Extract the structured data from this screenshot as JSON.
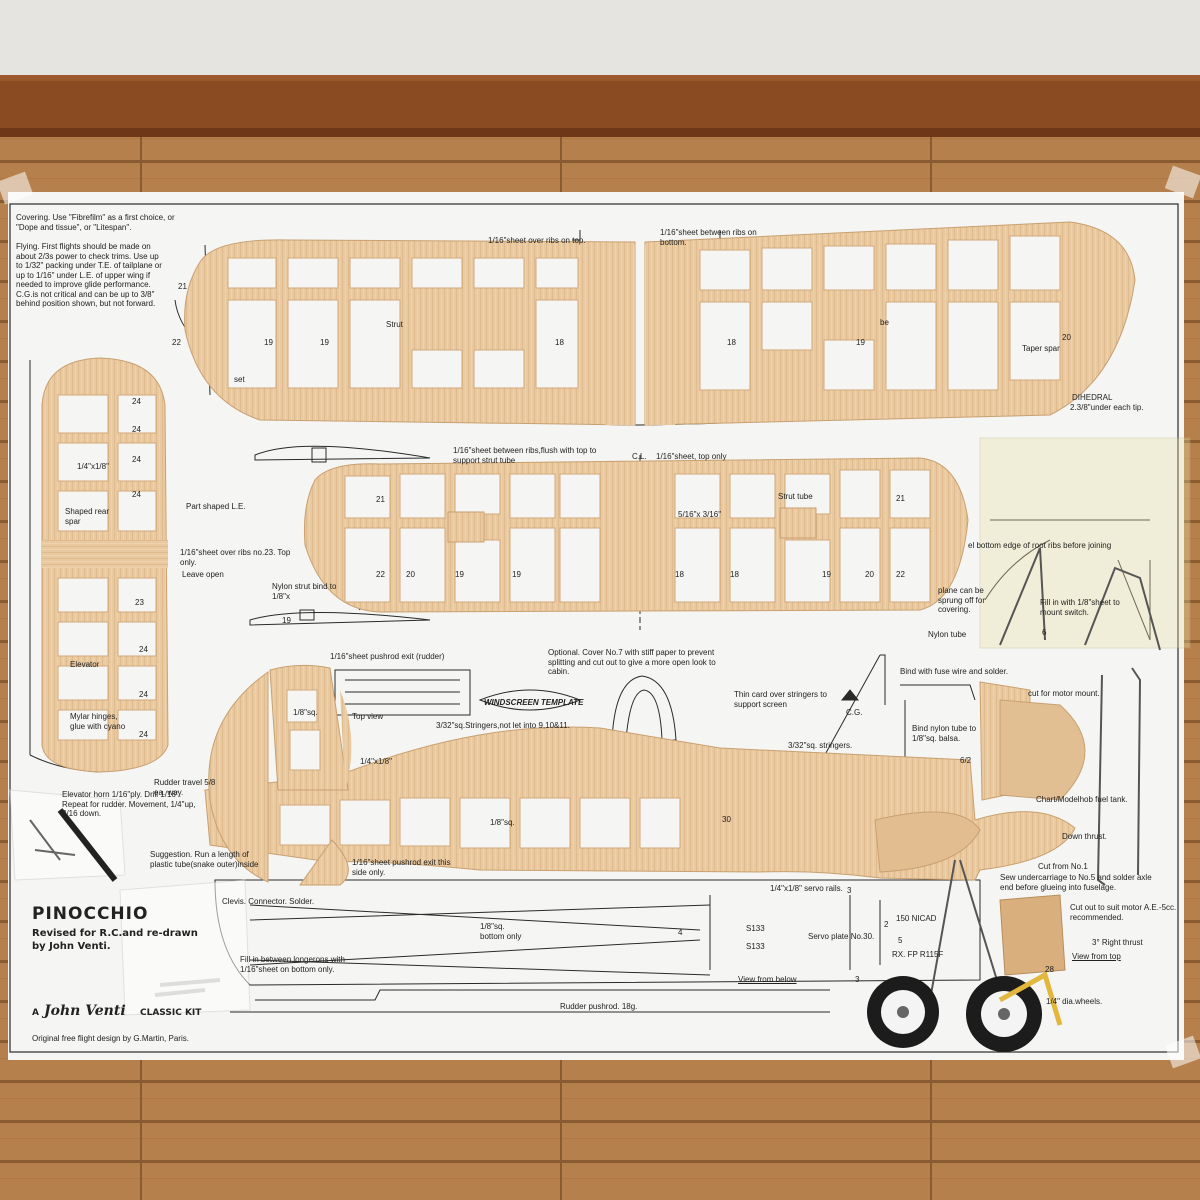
{
  "plan": {
    "covering_note": "Covering. Use \"Fibrefilm\" as a first choice, or \"Dope and tissue\", or \"Litespan\".",
    "flying_note": "Flying. First flights should be made on about 2/3s power to check trims. Use up to 1/32\" packing under T.E. of tailplane or up to 1/16\" under L.E. of upper wing if needed to improve glide performance. C.G.is not critical and can be up to 3/8\" behind position shown, but not forward.",
    "upper_wing": {
      "top_sheet": "1/16\"sheet over ribs on top.",
      "bottom_sheet": "1/16\"sheet between ribs on bottom.",
      "strut": "Strut",
      "be": "be",
      "taper_spar": "Taper spar",
      "dihedral": "DIHEDRAL",
      "dihedral_note": "2.3/8\"under each tip.",
      "rib_numbers": [
        "21",
        "22",
        "19",
        "19",
        "18",
        "18",
        "19",
        "20"
      ],
      "set": "set"
    },
    "tailplane": {
      "ribs": "1/4\"x1/8\"",
      "shaped_spar": "Shaped rear spar",
      "part_le": "Part shaped L.E.",
      "sheet_ribs": "1/16\"sheet over ribs no.23. Top only.",
      "leave_open": "Leave open",
      "elevator": "Elevator",
      "mylar": "Mylar hinges, glue with cyano",
      "elevator_horn": "Elevator horn 1/16\"ply. Drill 1/16\". Repeat for rudder. Movement, 1/4\"up, 3/16 down.",
      "rib_numbers": [
        "24",
        "24",
        "24",
        "24",
        "23",
        "24",
        "24",
        "24"
      ]
    },
    "lower_wing": {
      "sheet_note": "1/16\"sheet between ribs,flush with top to support strut tube",
      "cl": "C.L.",
      "top_only": "1/16\"sheet, top only",
      "strut_tube": "Strut tube",
      "spar": "5/16\"x 3/16\"",
      "nylon_strut": "Nylon strut bind to 1/8\"x",
      "rib_numbers": [
        "21",
        "22",
        "20",
        "19",
        "19",
        "18",
        "18",
        "19",
        "20",
        "21",
        "22",
        "19"
      ]
    },
    "struts": {
      "bottom_edge": "el bottom edge of root ribs before joining",
      "plane": "plane can be sprung off for covering.",
      "fill": "Fill in with 1/8\"sheet to mount switch.",
      "nylon_tube": "Nylon tube",
      "six": "6"
    },
    "fuselage": {
      "pushrod_exit": "1/16\"sheet pushrod exit (rudder)",
      "top_view": "Top view",
      "windscreen": "WINDSCREEN TEMPLATE",
      "cover_note": "Optional. Cover No.7 with stiff paper to prevent splitting and cut out to give a more open look to cabin.",
      "thin_card": "Thin card over stringers to support screen",
      "bind_fuse": "Bind with fuse wire and solder.",
      "motor_mount": "cut for motor mount.",
      "stringers_1": "3/32\"sq.Stringers,not let into 9,10&11.",
      "stringers_2": "3/32\"sq. stringers.",
      "cg": "C.G.",
      "bind_nylon": "Bind nylon tube to 1/8\"sq. balsa.",
      "sq18": "1/8\"sq.",
      "sq14": "1/4\"x1/8\"",
      "rudder_travel": "Rudder travel 5/8 ea. way.",
      "sq18b": "1/8\"sq.",
      "num30": "30",
      "num62": "6/2",
      "fuel_tank": "Chart/Modelhob fuel tank.",
      "down_thrust": "Down thrust.",
      "suggestion": "Suggestion. Run a length of plastic tube(snake outer)inside",
      "pushrod_side": "1/16\"sheet pushrod exit this side only.",
      "cut_no1": "Cut from No.1",
      "undercarriage": "Sew undercarriage to No.5 and solder axle end before glueing into fuselage."
    },
    "bottom_view": {
      "clevis": "Clevis. Connector. Solder.",
      "servo_rails": "1/4\"x1/8\" servo rails.",
      "bottom_only": "1/8\"sq. bottom only",
      "num3a": "3",
      "num2": "2",
      "num4": "4",
      "num5": "5",
      "num3b": "3",
      "num28": "28",
      "servo_plate": "Servo plate No.30.",
      "fill_longerons": "Fill in between longerons with 1/16\"sheet on bottom only.",
      "view_below": "View from below",
      "view_top": "View from top",
      "rudder_pushrod": "Rudder pushrod. 18g.",
      "cut_motor": "Cut out to suit motor A.E.-5cc. recommended.",
      "right_thrust": "3° Right thrust",
      "wheels": "1/4\" dia.wheels.",
      "servo_a": "S133",
      "servo_b": "S133",
      "nicad": "150 NICAD",
      "rx": "RX. FP R115F"
    },
    "title": {
      "name": "PINOCCHIO",
      "revised": "Revised for R.C.and re-drawn",
      "by": "by John Venti.",
      "kit_a": "A",
      "kit_brand": "John Venti",
      "kit_classic": "CLASSIC KIT",
      "original": "Original free flight design by G.Martin, Paris."
    }
  },
  "colors": {
    "floor": "#b6804d",
    "wall": "#e6e4e0",
    "trim": "#8a4a22",
    "paper": "#f5f5f3",
    "balsa": "#e8c9a0",
    "balsa_dark": "#d4a877",
    "ink": "#2a2a2a"
  }
}
